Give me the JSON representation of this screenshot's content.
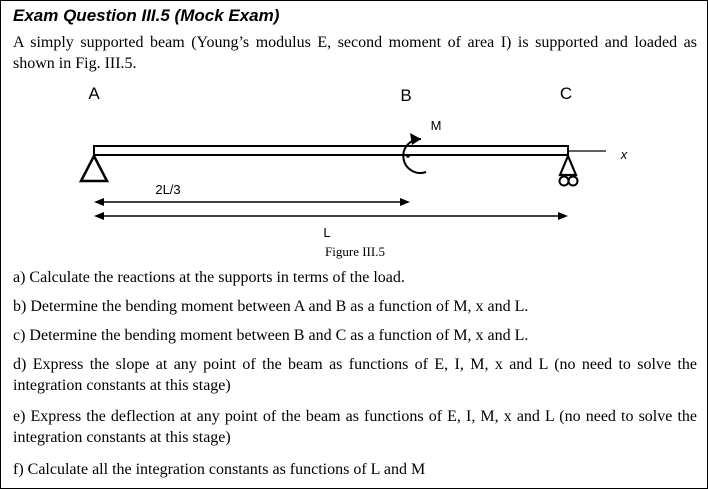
{
  "title": "Exam Question III.5 (Mock Exam)",
  "intro": "A simply supported beam (Young’s modulus E, second moment of area I) is supported and loaded as shown in Fig. III.5.",
  "figure": {
    "label_a": "A",
    "label_b": "B",
    "label_c": "C",
    "moment_label": "M",
    "axis_label": "x",
    "dim_ab": "2L/3",
    "dim_ac": "L",
    "caption": "Figure III.5"
  },
  "questions": [
    {
      "id": "a",
      "text": "a) Calculate the reactions at the supports in terms of the load."
    },
    {
      "id": "b",
      "text": "b) Determine the bending moment between A and B as a function of M, x and L."
    },
    {
      "id": "c",
      "text": "c) Determine the bending moment between B and C as a function of M, x and L."
    },
    {
      "id": "d",
      "text": "d) Express the slope at any point of the beam as functions of E, I, M, x and L (no need to solve the integration constants at this stage)"
    },
    {
      "id": "e",
      "text": "e) Express the deflection at any point of the beam as functions of E, I, M, x and L (no need to solve the integration constants at this stage)"
    },
    {
      "id": "f",
      "text": "f) Calculate all the integration constants as functions of L and M"
    }
  ]
}
